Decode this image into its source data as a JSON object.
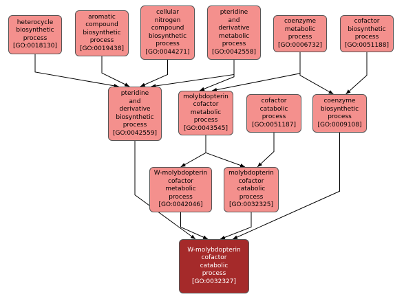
{
  "colors": {
    "node_fill": "#f4908d",
    "target_fill": "#a52a2a",
    "node_border": "#555555",
    "edge": "#000000"
  },
  "nodes": {
    "n0018130": {
      "lines": [
        "heterocycle",
        "biosynthetic",
        "process",
        "[GO:0018130]"
      ]
    },
    "n0019438": {
      "lines": [
        "aromatic",
        "compound",
        "biosynthetic",
        "process",
        "[GO:0019438]"
      ]
    },
    "n0044271": {
      "lines": [
        "cellular",
        "nitrogen",
        "compound",
        "biosynthetic",
        "process",
        "[GO:0044271]"
      ]
    },
    "n0042558": {
      "lines": [
        "pteridine",
        "and",
        "derivative",
        "metabolic",
        "process",
        "[GO:0042558]"
      ]
    },
    "n0006732": {
      "lines": [
        "coenzyme",
        "metabolic",
        "process",
        "[GO:0006732]"
      ]
    },
    "n0051188": {
      "lines": [
        "cofactor",
        "biosynthetic",
        "process",
        "[GO:0051188]"
      ]
    },
    "n0042559": {
      "lines": [
        "pteridine",
        "and",
        "derivative",
        "biosynthetic",
        "process",
        "[GO:0042559]"
      ]
    },
    "n0043545": {
      "lines": [
        "molybdopterin",
        "cofactor",
        "metabolic",
        "process",
        "[GO:0043545]"
      ]
    },
    "n0051187": {
      "lines": [
        "cofactor",
        "catabolic",
        "process",
        "[GO:0051187]"
      ]
    },
    "n0009108": {
      "lines": [
        "coenzyme",
        "biosynthetic",
        "process",
        "[GO:0009108]"
      ]
    },
    "n0042046": {
      "lines": [
        "W-molybdopterin",
        "cofactor",
        "metabolic",
        "process",
        "[GO:0042046]"
      ]
    },
    "n0032325": {
      "lines": [
        "molybdopterin",
        "cofactor",
        "catabolic",
        "process",
        "[GO:0032325]"
      ]
    },
    "n0032327": {
      "lines": [
        "W-molybdopterin",
        "cofactor",
        "catabolic",
        "process",
        "[GO:0032327]"
      ]
    }
  },
  "edges": [
    [
      "n0018130",
      "n0042559"
    ],
    [
      "n0019438",
      "n0042559"
    ],
    [
      "n0044271",
      "n0042559"
    ],
    [
      "n0042558",
      "n0042559"
    ],
    [
      "n0042558",
      "n0043545"
    ],
    [
      "n0006732",
      "n0043545"
    ],
    [
      "n0006732",
      "n0009108"
    ],
    [
      "n0051188",
      "n0009108"
    ],
    [
      "n0043545",
      "n0042046"
    ],
    [
      "n0043545",
      "n0032325"
    ],
    [
      "n0051187",
      "n0032325"
    ],
    [
      "n0042559",
      "n0032327"
    ],
    [
      "n0042046",
      "n0032327"
    ],
    [
      "n0032325",
      "n0032327"
    ],
    [
      "n0009108",
      "n0032327"
    ]
  ]
}
